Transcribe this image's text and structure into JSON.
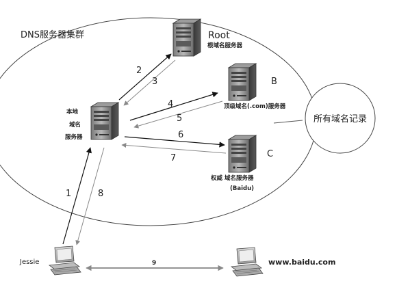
{
  "cluster_label": "DNS服务器集群",
  "records_label": "所有域名记录",
  "servers": {
    "root": {
      "title": "Root",
      "subtitle": "根域名服务器"
    },
    "tld": {
      "letter": "B",
      "label": "顶级域名(.com)服务器"
    },
    "auth": {
      "letter": "C",
      "label": "权威 域名服务器",
      "sublabel": "(Baidu)"
    },
    "local": {
      "line1": "本地",
      "line2": "域名",
      "line3": "服务器"
    }
  },
  "clients": {
    "jessie": "Jessie",
    "baidu": "www.baidu.com"
  },
  "steps": [
    "1",
    "2",
    "3",
    "4",
    "5",
    "6",
    "7",
    "8",
    "9"
  ]
}
